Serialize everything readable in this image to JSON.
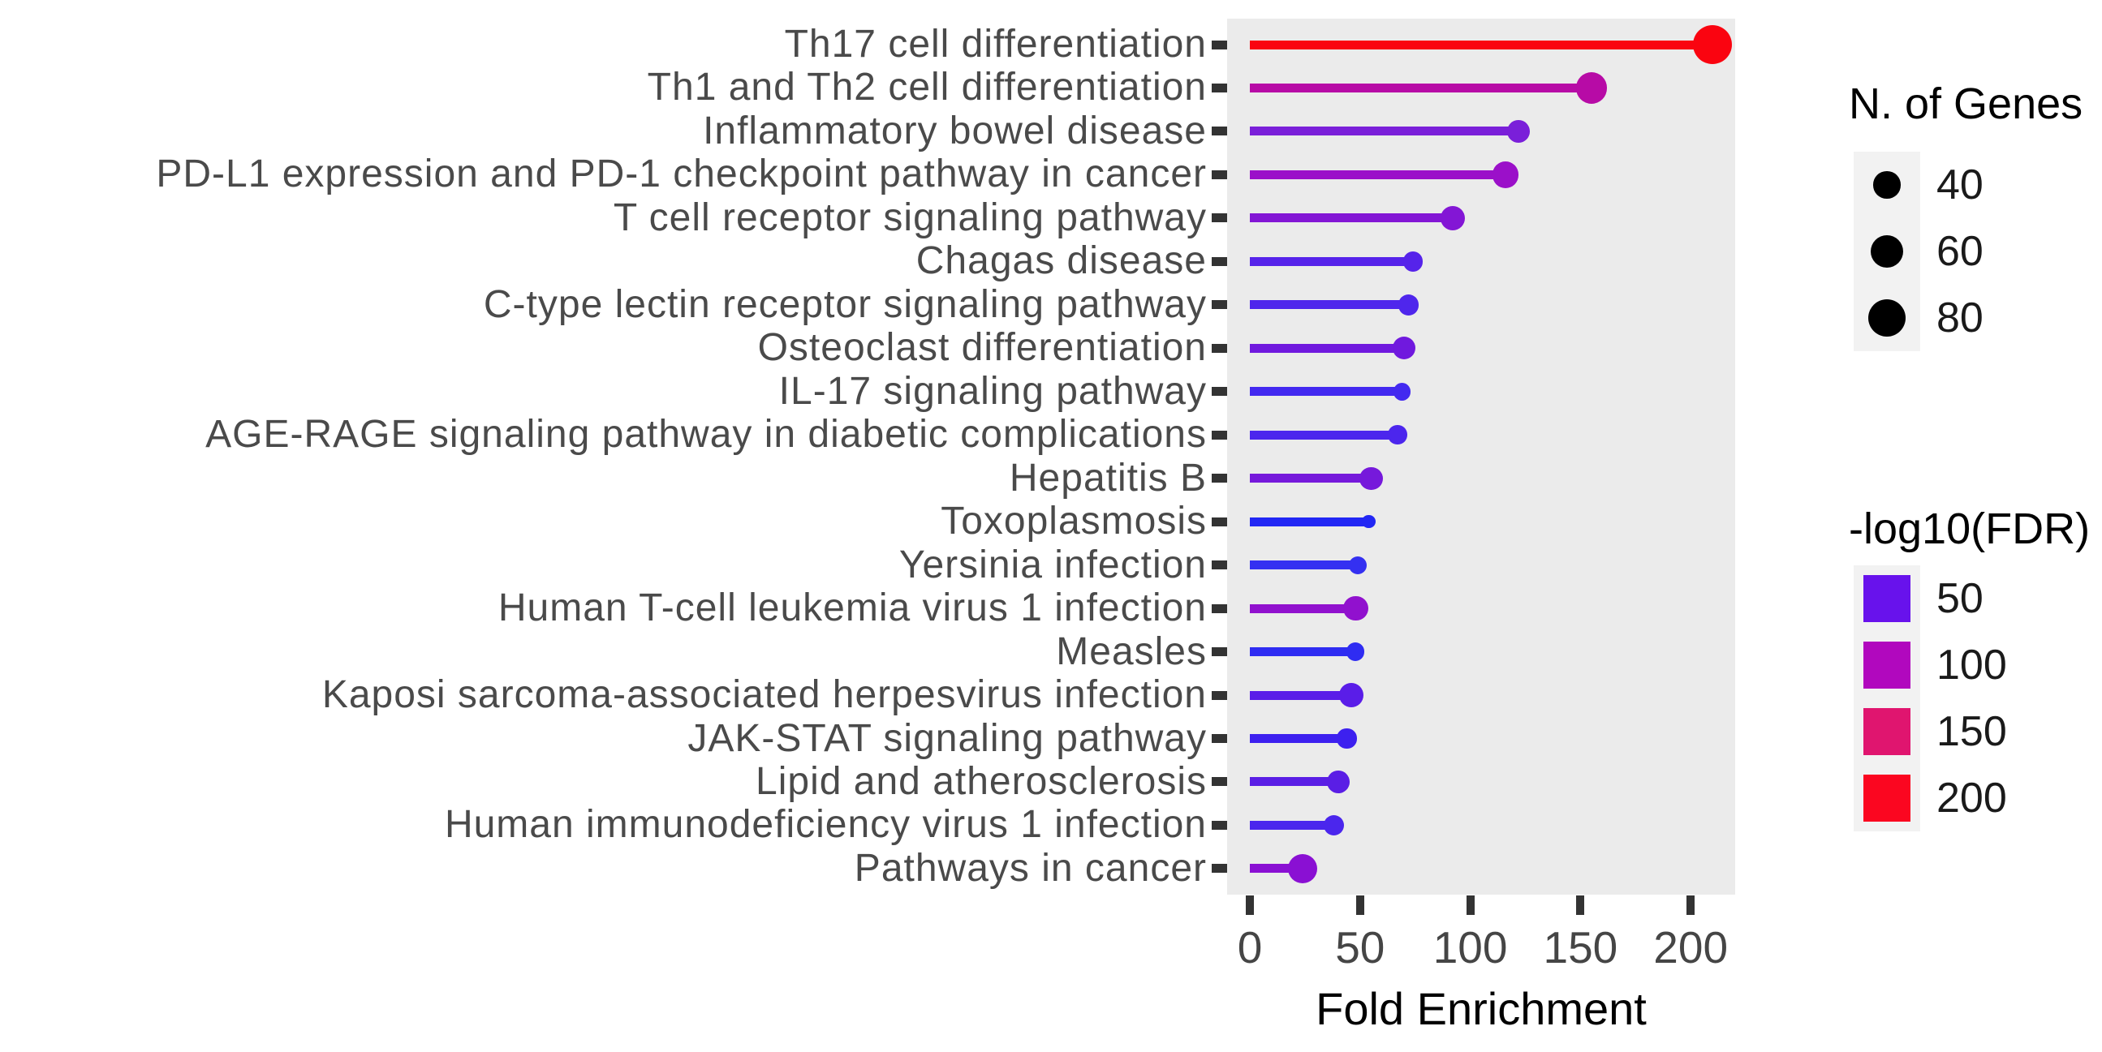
{
  "chart_data": {
    "type": "lollipop",
    "title": "",
    "xlabel": "Fold Enrichment",
    "x_ticks": [
      "0",
      "50",
      "100",
      "150",
      "200"
    ],
    "x_tick_values": [
      0,
      50,
      100,
      150,
      200
    ],
    "xlim": [
      -10.5,
      220.5
    ],
    "grid": false,
    "panel_bg": "#EBEBEB",
    "legend_position": "right",
    "rows": [
      {
        "label": "Th17 cell differentiation",
        "fold": 210,
        "genes": 84,
        "color": "#FA0410"
      },
      {
        "label": "Th1 and Th2 cell differentiation",
        "fold": 155,
        "genes": 55,
        "color": "#B70BA6"
      },
      {
        "label": "Inflammatory bowel disease",
        "fold": 122,
        "genes": 28,
        "color": "#7A1FD9"
      },
      {
        "label": "PD-L1 expression and PD-1 checkpoint pathway in cancer",
        "fold": 116,
        "genes": 38,
        "color": "#9B10C9"
      },
      {
        "label": "T cell receptor signaling pathway",
        "fold": 92,
        "genes": 34,
        "color": "#8316D5"
      },
      {
        "label": "Chagas disease",
        "fold": 74,
        "genes": 22,
        "color": "#5623EA"
      },
      {
        "label": "C-type lectin receptor signaling pathway",
        "fold": 72,
        "genes": 24,
        "color": "#4F26EC"
      },
      {
        "label": "Osteoclast differentiation",
        "fold": 70,
        "genes": 29,
        "color": "#7019DE"
      },
      {
        "label": "IL-17 signaling pathway",
        "fold": 69,
        "genes": 17,
        "color": "#4329F0"
      },
      {
        "label": "AGE-RAGE signaling pathway in diabetic complications",
        "fold": 67,
        "genes": 20,
        "color": "#4C26ED"
      },
      {
        "label": "Hepatitis B",
        "fold": 55,
        "genes": 29,
        "color": "#7619DB"
      },
      {
        "label": "Toxoplasmosis",
        "fold": 54,
        "genes": 10,
        "color": "#2227F4"
      },
      {
        "label": "Yersinia infection",
        "fold": 49,
        "genes": 18,
        "color": "#3430F1"
      },
      {
        "label": "Human T-cell leukemia virus 1 infection",
        "fold": 48,
        "genes": 34,
        "color": "#9111CE"
      },
      {
        "label": "Measles",
        "fold": 48,
        "genes": 18,
        "color": "#2F2CF2"
      },
      {
        "label": "Kaposi sarcoma-associated herpesvirus infection",
        "fold": 46,
        "genes": 33,
        "color": "#5A1DE8"
      },
      {
        "label": "JAK-STAT signaling pathway",
        "fold": 44,
        "genes": 21,
        "color": "#3D20EF"
      },
      {
        "label": "Lipid and atherosclerosis",
        "fold": 40,
        "genes": 28,
        "color": "#5A1EE5"
      },
      {
        "label": "Human immunodeficiency virus 1 infection",
        "fold": 38,
        "genes": 23,
        "color": "#4B26ED"
      },
      {
        "label": "Pathways in cancer",
        "fold": 24,
        "genes": 48,
        "color": "#8A10D3"
      }
    ]
  },
  "legends": {
    "genes": {
      "title": "N. of Genes",
      "dot_color": "#000000",
      "key_bg": "#F2F2F2",
      "entries": [
        {
          "label": "40",
          "size": 40
        },
        {
          "label": "60",
          "size": 60
        },
        {
          "label": "80",
          "size": 80
        }
      ]
    },
    "fdr": {
      "title": "-log10(FDR)",
      "key_bg": "#F2F2F2",
      "entries": [
        {
          "label": "50",
          "color": "#6812EC"
        },
        {
          "label": "100",
          "color": "#B108BE"
        },
        {
          "label": "150",
          "color": "#E0156F"
        },
        {
          "label": "200",
          "color": "#FB0620"
        }
      ]
    }
  }
}
